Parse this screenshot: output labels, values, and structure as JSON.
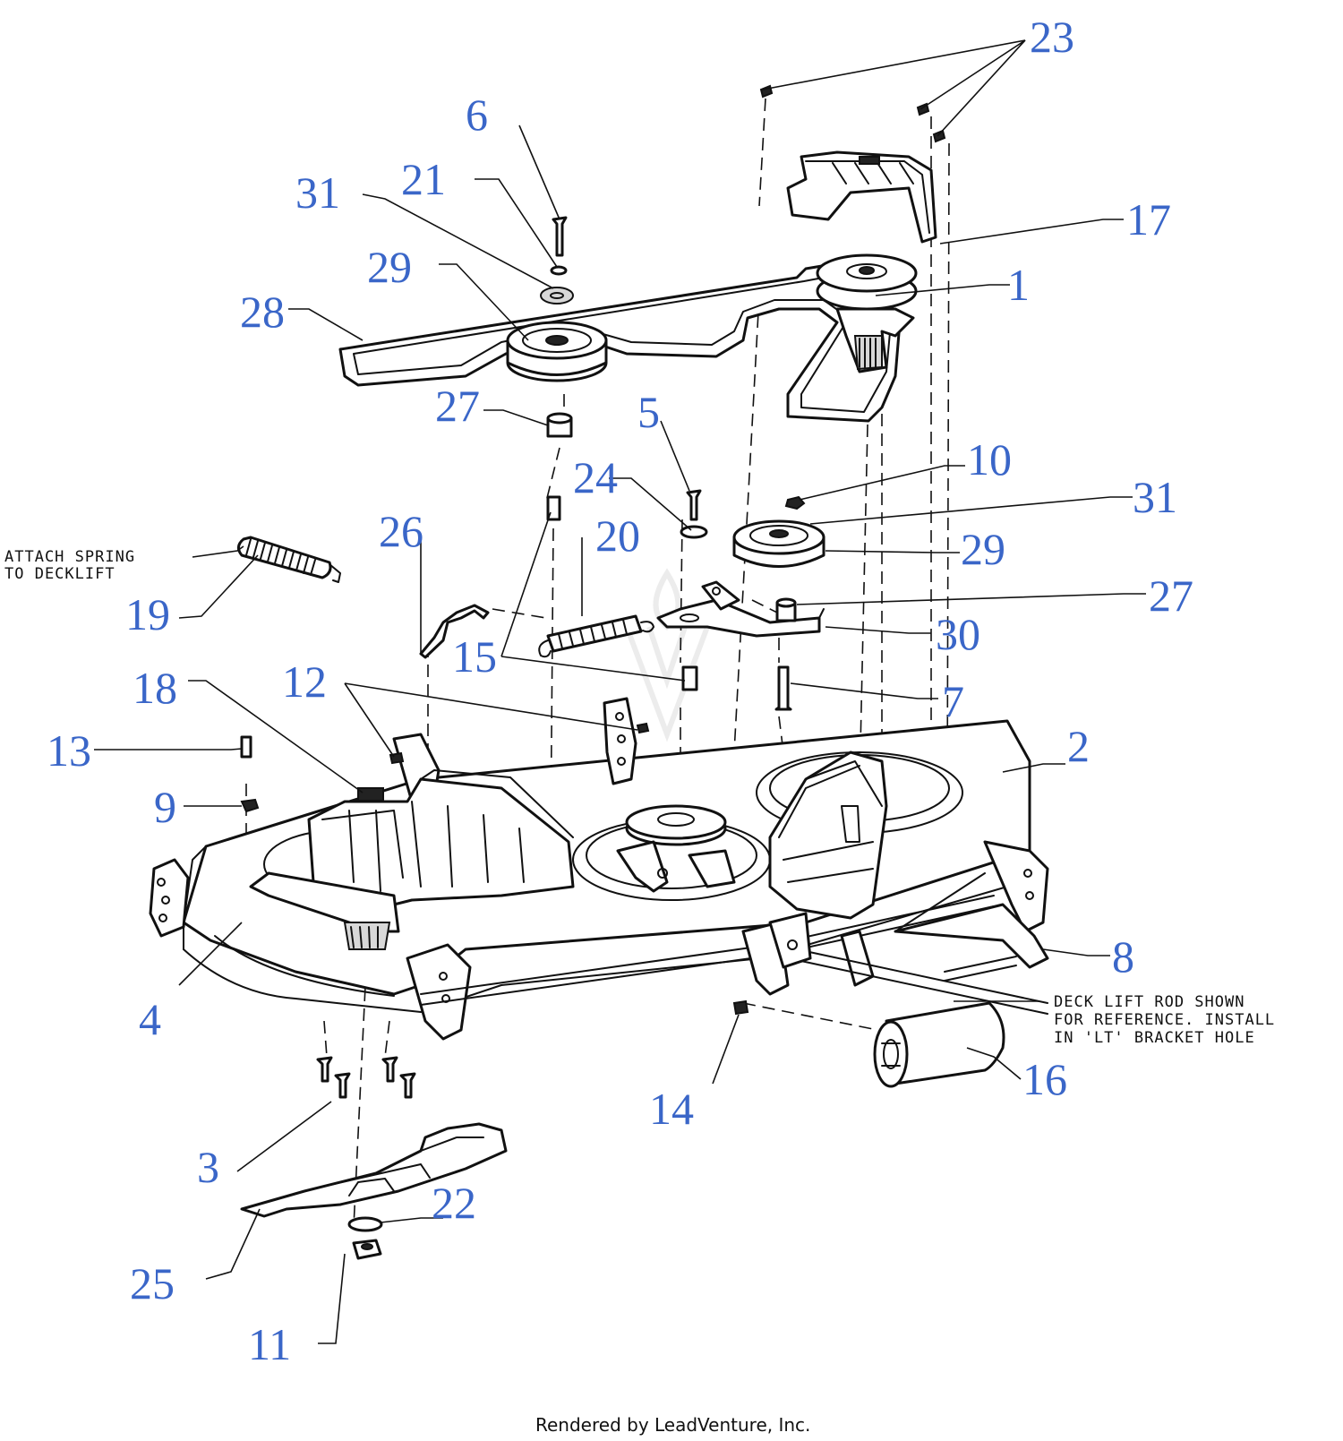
{
  "callouts": {
    "c1": "1",
    "c2": "2",
    "c3": "3",
    "c4": "4",
    "c5": "5",
    "c6": "6",
    "c7": "7",
    "c8": "8",
    "c9": "9",
    "c10": "10",
    "c11": "11",
    "c12": "12",
    "c13": "13",
    "c14": "14",
    "c15": "15",
    "c16": "16",
    "c17": "17",
    "c18": "18",
    "c19": "19",
    "c20": "20",
    "c21": "21",
    "c22": "22",
    "c23": "23",
    "c24": "24",
    "c25": "25",
    "c26": "26",
    "c27a": "27",
    "c27b": "27",
    "c28": "28",
    "c29a": "29",
    "c29b": "29",
    "c30": "30",
    "c31a": "31",
    "c31b": "31"
  },
  "notes": {
    "spring_line1": "ATTACH SPRING",
    "spring_line2": "TO DECKLIFT",
    "rod_line1": "DECK LIFT ROD SHOWN",
    "rod_line2": "FOR REFERENCE. INSTALL",
    "rod_line3": "IN 'LT' BRACKET HOLE"
  },
  "footer": "Rendered by LeadVenture, Inc.",
  "colors": {
    "callout": "#3a66c8",
    "line": "#111111"
  }
}
